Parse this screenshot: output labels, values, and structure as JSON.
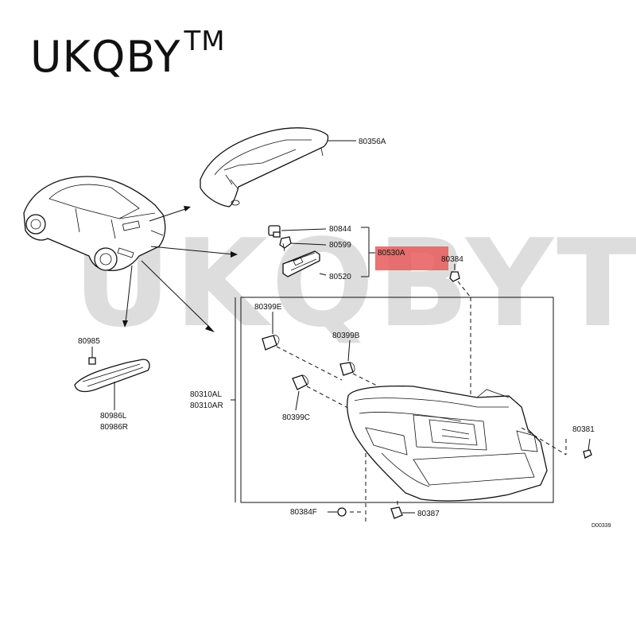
{
  "brand": {
    "name": "UKQBY",
    "tm": "TM"
  },
  "watermark": "UKQBYTM",
  "highlight_color": "#e85a5a",
  "diagram_code": "D00339",
  "labels": {
    "p80356A": "80356A",
    "p80844": "80844",
    "p80599": "80599",
    "p80520": "80520",
    "p80530A": "80530A",
    "p80384": "80384",
    "p80399E": "80399E",
    "p80399B": "80399B",
    "p80399C": "80399C",
    "p80310AL": "80310AL",
    "p80310AR": "80310AR",
    "p80381": "80381",
    "p80384F": "80384F",
    "p80387": "80387",
    "p80985": "80985",
    "p80986L": "80986L",
    "p80986R": "80986R"
  }
}
